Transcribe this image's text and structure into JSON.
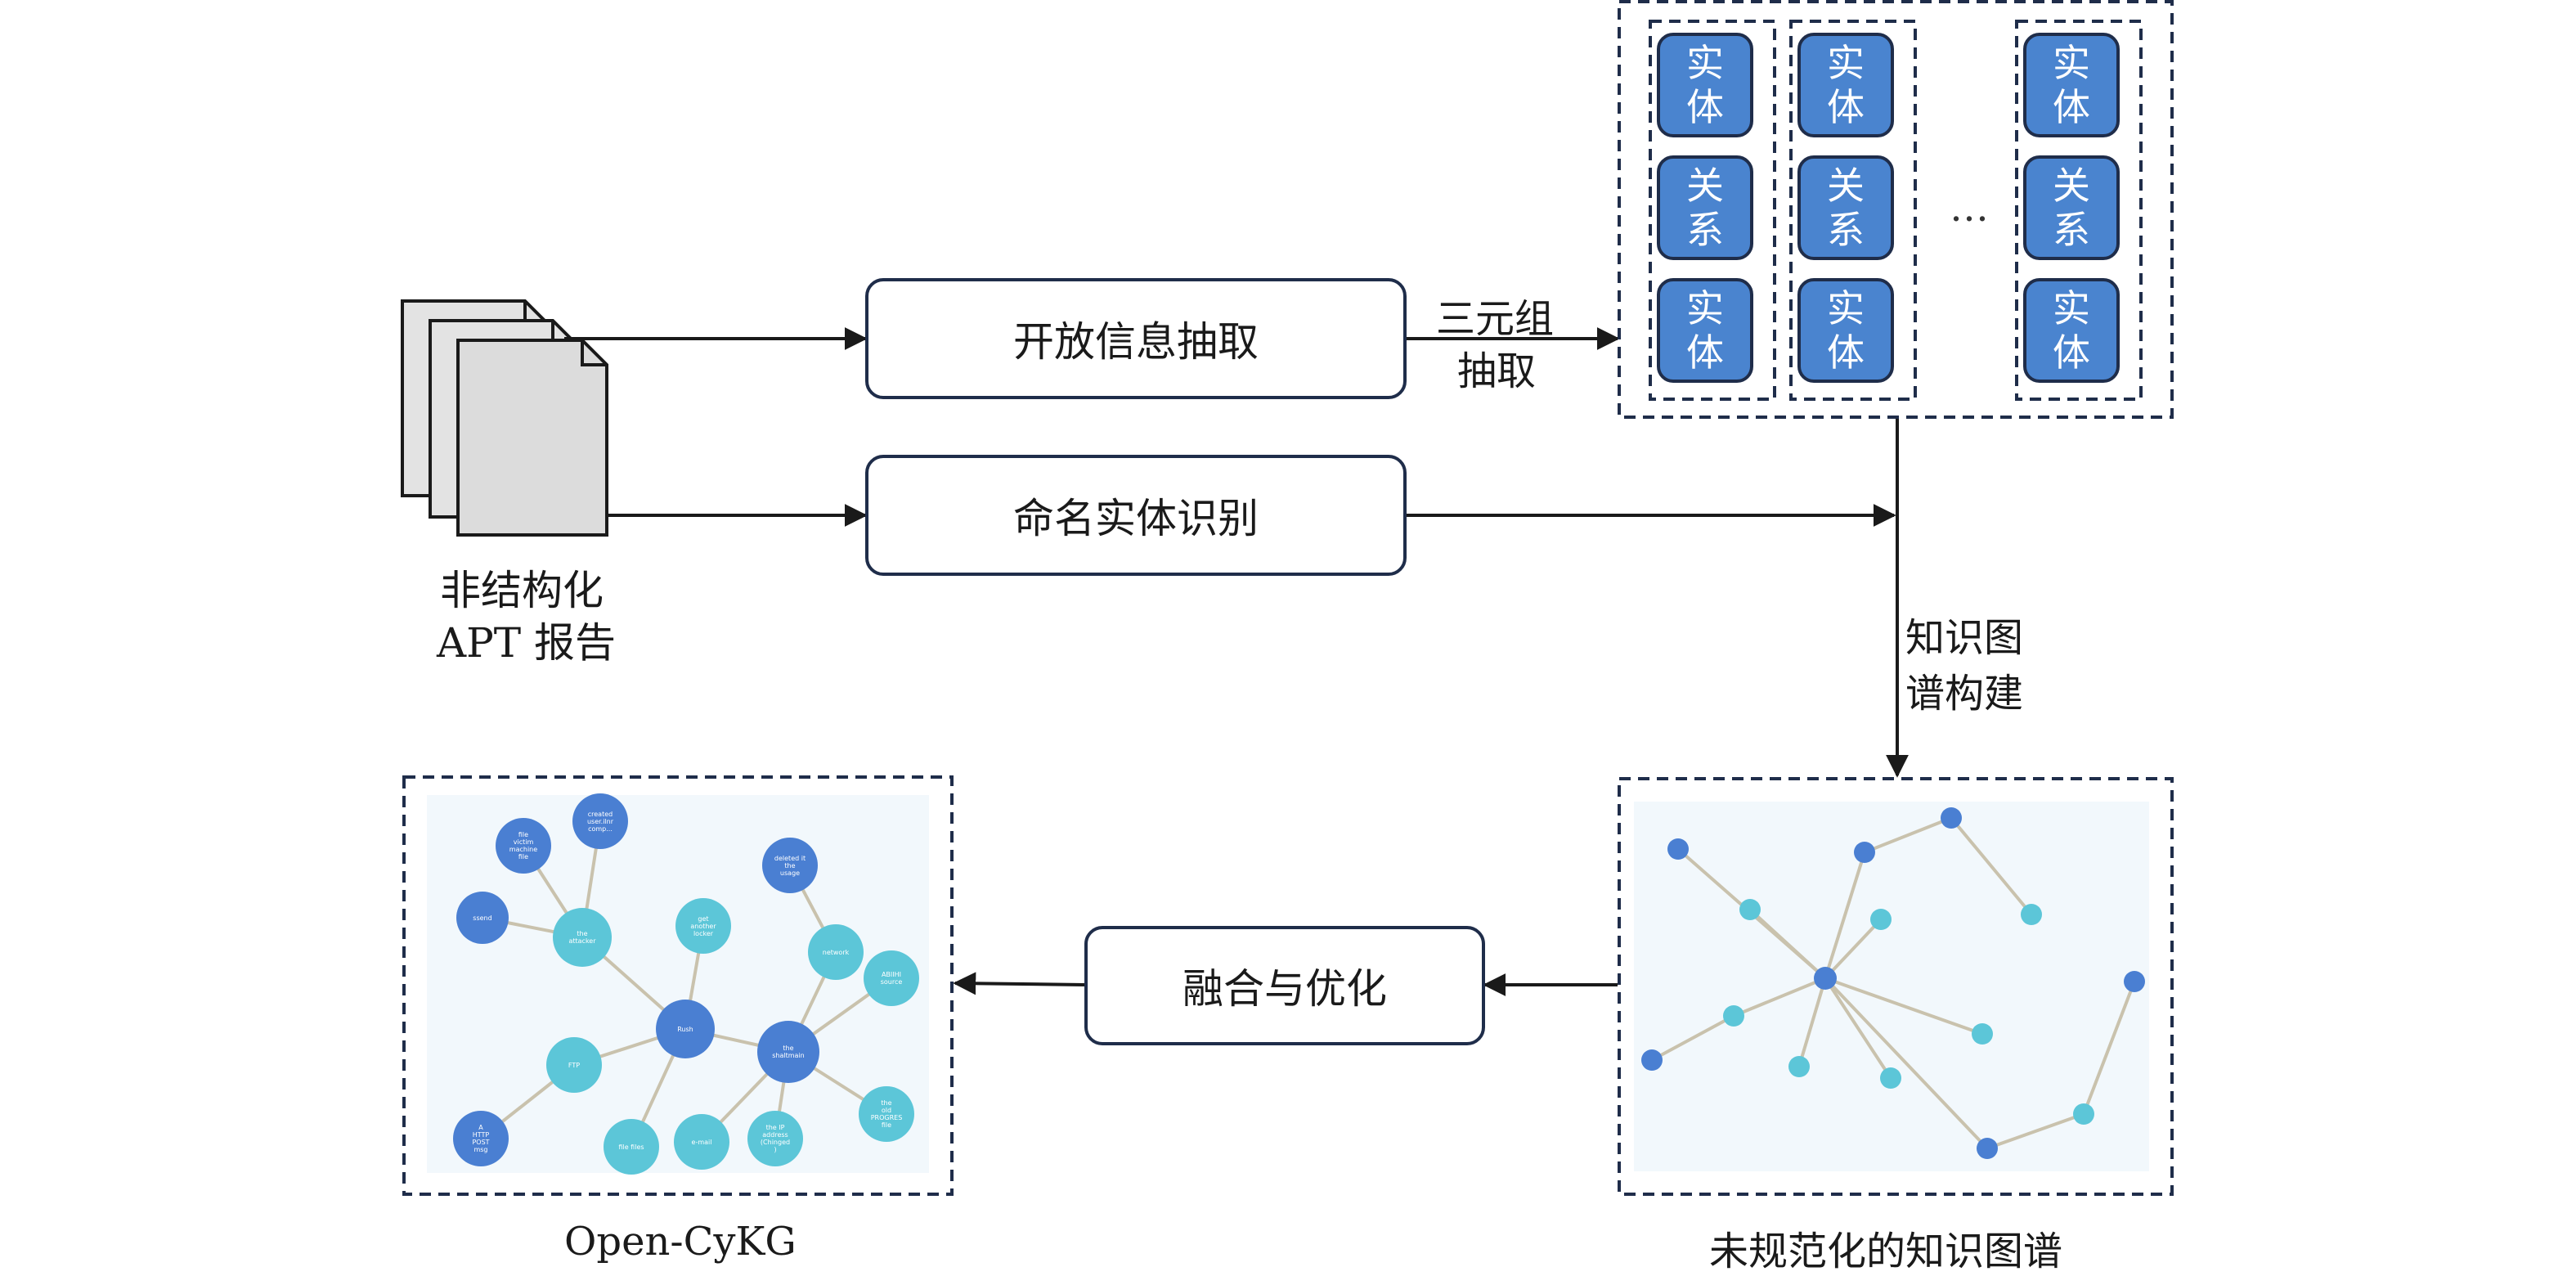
{
  "source": {
    "line1": "非结构化",
    "line2": "APT 报告"
  },
  "process": {
    "open_ie": "开放信息抽取",
    "ner": "命名实体识别",
    "fusion": "融合与优化"
  },
  "edge_labels": {
    "triple_line1": "三元组",
    "triple_line2": "抽取",
    "kg_line1": "知识图",
    "kg_line2": "谱构建"
  },
  "triples": {
    "entity_l1": "实",
    "entity_l2": "体",
    "relation_l1": "关",
    "relation_l2": "系",
    "ellipsis": "…"
  },
  "outputs": {
    "unnormalized": "未规范化的知识图谱",
    "open_cykg": "Open-CyKG"
  },
  "colors": {
    "tile_fill": "#4a84cf",
    "node_dark": "#4a7fd2",
    "node_light": "#5cc6d8",
    "frame": "#1f2d4a",
    "graph_bg": "#f2f8fc"
  },
  "open_cykg_nodes": [
    "file\nvictim\nmachine\nfile",
    "created\nuser.ilnr\ncomp...",
    "ssend",
    "the\nattacker",
    "get\nanother\nlocker",
    "deleted it\nthe\nusage",
    "network",
    "ABIIHI\nsource",
    "Rush",
    "the\nshaltmain",
    "FTP",
    "A\nHTTP\nPOST\nmsg",
    "file files",
    "e-mail",
    "the IP\naddress\n(Chinged\n)",
    "the\nold\nPROGRES\nfile"
  ]
}
